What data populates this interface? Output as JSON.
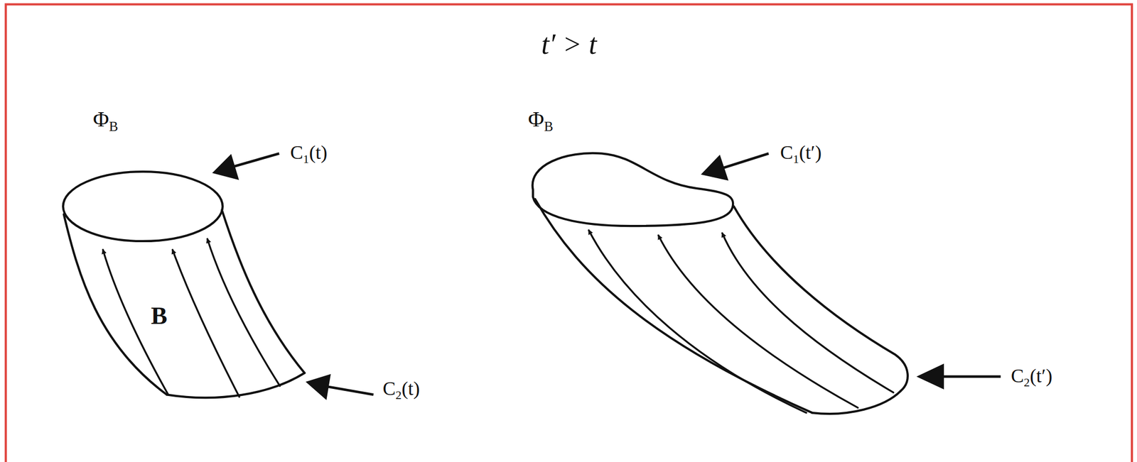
{
  "diagram": {
    "title": "t′ > t",
    "labels": [
      "ΦB",
      "C1(t)",
      "B",
      "C2(t)",
      "ΦB",
      "C1(t′)",
      "C2(t′)"
    ]
  }
}
